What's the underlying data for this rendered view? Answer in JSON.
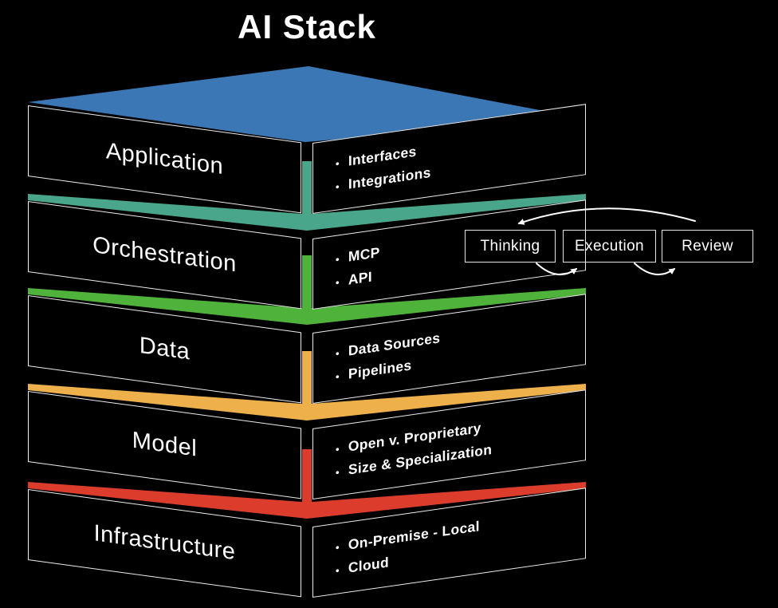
{
  "title": "AI Stack",
  "layers": [
    {
      "name": "Application",
      "color": "#3b77b5",
      "bullets": [
        "Interfaces",
        "Integrations"
      ]
    },
    {
      "name": "Orchestration",
      "color": "#4aa68a",
      "bullets": [
        "MCP",
        "API"
      ]
    },
    {
      "name": "Data",
      "color": "#4fb23a",
      "bullets": [
        "Data Sources",
        "Pipelines"
      ]
    },
    {
      "name": "Model",
      "color": "#eeb04a",
      "bullets": [
        "Open v. Proprietary",
        "Size & Specialization"
      ]
    },
    {
      "name": "Infrastructure",
      "color": "#dc3c2b",
      "bullets": [
        "On-Premise - Local",
        "Cloud"
      ]
    }
  ],
  "flow": {
    "steps": [
      "Thinking",
      "Execution",
      "Review"
    ]
  },
  "bullet_glyph": "•",
  "colors": {
    "background": "#000000",
    "line": "#ededed",
    "text": "#ffffff"
  }
}
